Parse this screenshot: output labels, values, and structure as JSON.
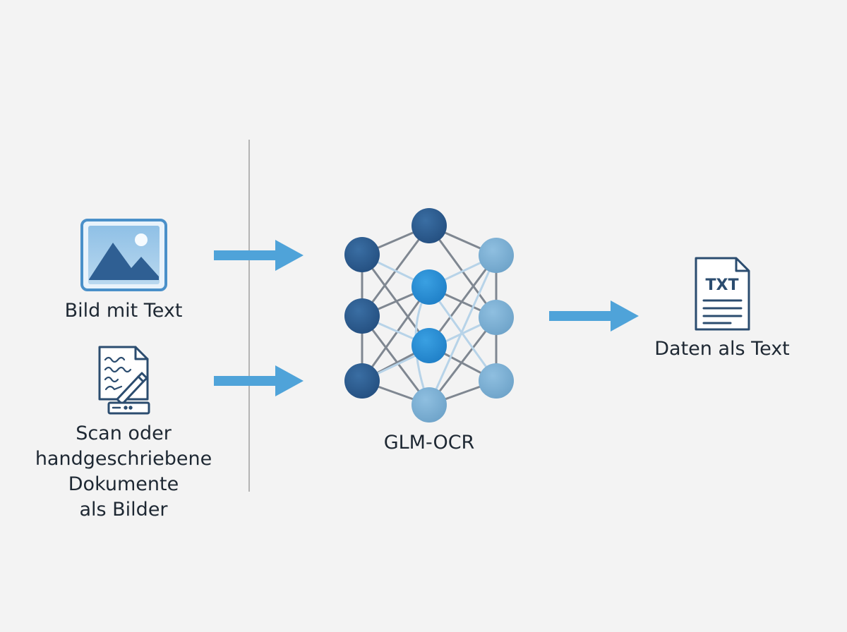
{
  "inputs": {
    "image_label": "Bild mit Text",
    "scan_label_lines": [
      "Scan oder",
      "handgeschriebene",
      "Dokumente",
      "als Bilder"
    ]
  },
  "model": {
    "label": "GLM-OCR"
  },
  "output": {
    "label": "Daten als Text",
    "file_badge": "TXT"
  },
  "icons": {
    "image": "image-icon",
    "scan": "handwritten-document-scanner-icon",
    "network": "neural-network-icon",
    "output": "txt-file-icon",
    "arrow": "arrow-right-icon"
  },
  "colors": {
    "background": "#f3f3f3",
    "arrow": "#4fa3d9",
    "icon_stroke": "#2b4c6f",
    "node_dark": "#2f5f93",
    "node_mid": "#2e8fd6",
    "node_light": "#79aed2",
    "edge": "#7f8791",
    "divider": "#8c8c8c"
  }
}
